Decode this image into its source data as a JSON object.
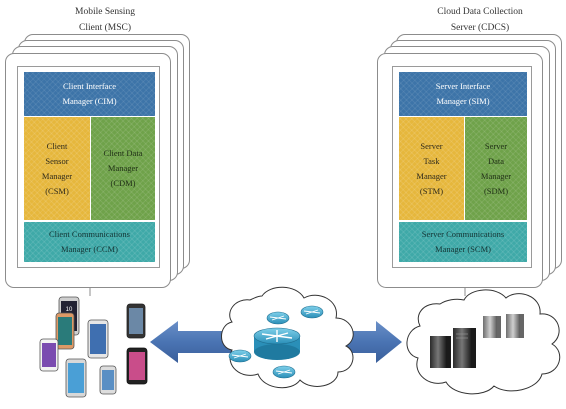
{
  "client": {
    "title_line1": "Mobile Sensing",
    "title_line2": "Client (MSC)",
    "cim_line1": "Client Interface",
    "cim_line2": "Manager (CIM)",
    "csm_line1": "Client",
    "csm_line2": "Sensor",
    "csm_line3": "Manager",
    "csm_line4": "(CSM)",
    "cdm_line1": "Client Data",
    "cdm_line2": "Manager",
    "cdm_line3": "(CDM)",
    "ccm_line1": "Client Communications",
    "ccm_line2": "Manager (CCM)"
  },
  "server": {
    "title_line1": "Cloud Data Collection",
    "title_line2": "Server (CDCS)",
    "sim_line1": "Server Interface",
    "sim_line2": "Manager (SIM)",
    "stm_line1": "Server",
    "stm_line2": "Task",
    "stm_line3": "Manager",
    "stm_line4": "(STM)",
    "sdm_line1": "Server",
    "sdm_line2": "Data",
    "sdm_line3": "Manager",
    "sdm_line4": "(SDM)",
    "scm_line1": "Server Communications",
    "scm_line2": "Manager (SCM)"
  },
  "phone_screen_text": "10",
  "colors": {
    "interface_blue": "#3d74a8",
    "task_yellow": "#e6b73c",
    "data_green": "#6fa24a",
    "comms_teal": "#3fa9a8",
    "arrow_blue": "#4a74b3"
  }
}
